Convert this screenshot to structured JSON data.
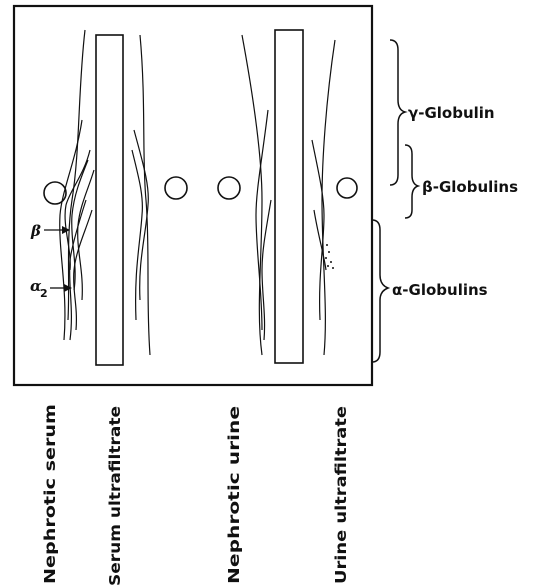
{
  "brace_labels": {
    "gamma": "γ-Globulin",
    "beta": "β-Globulins",
    "alpha": "α-Globulins"
  },
  "arc_markers": {
    "beta": "β",
    "alpha_main": "α",
    "alpha_sub": "2"
  },
  "column_labels": {
    "c1": "Nephrotic serum",
    "c2": "Serum ultrafiltrate",
    "c3": "Nephrotic urine",
    "c4": "Urine ultrafiltrate"
  },
  "colors": {
    "ink": "#111111",
    "paper": "#ffffff"
  }
}
